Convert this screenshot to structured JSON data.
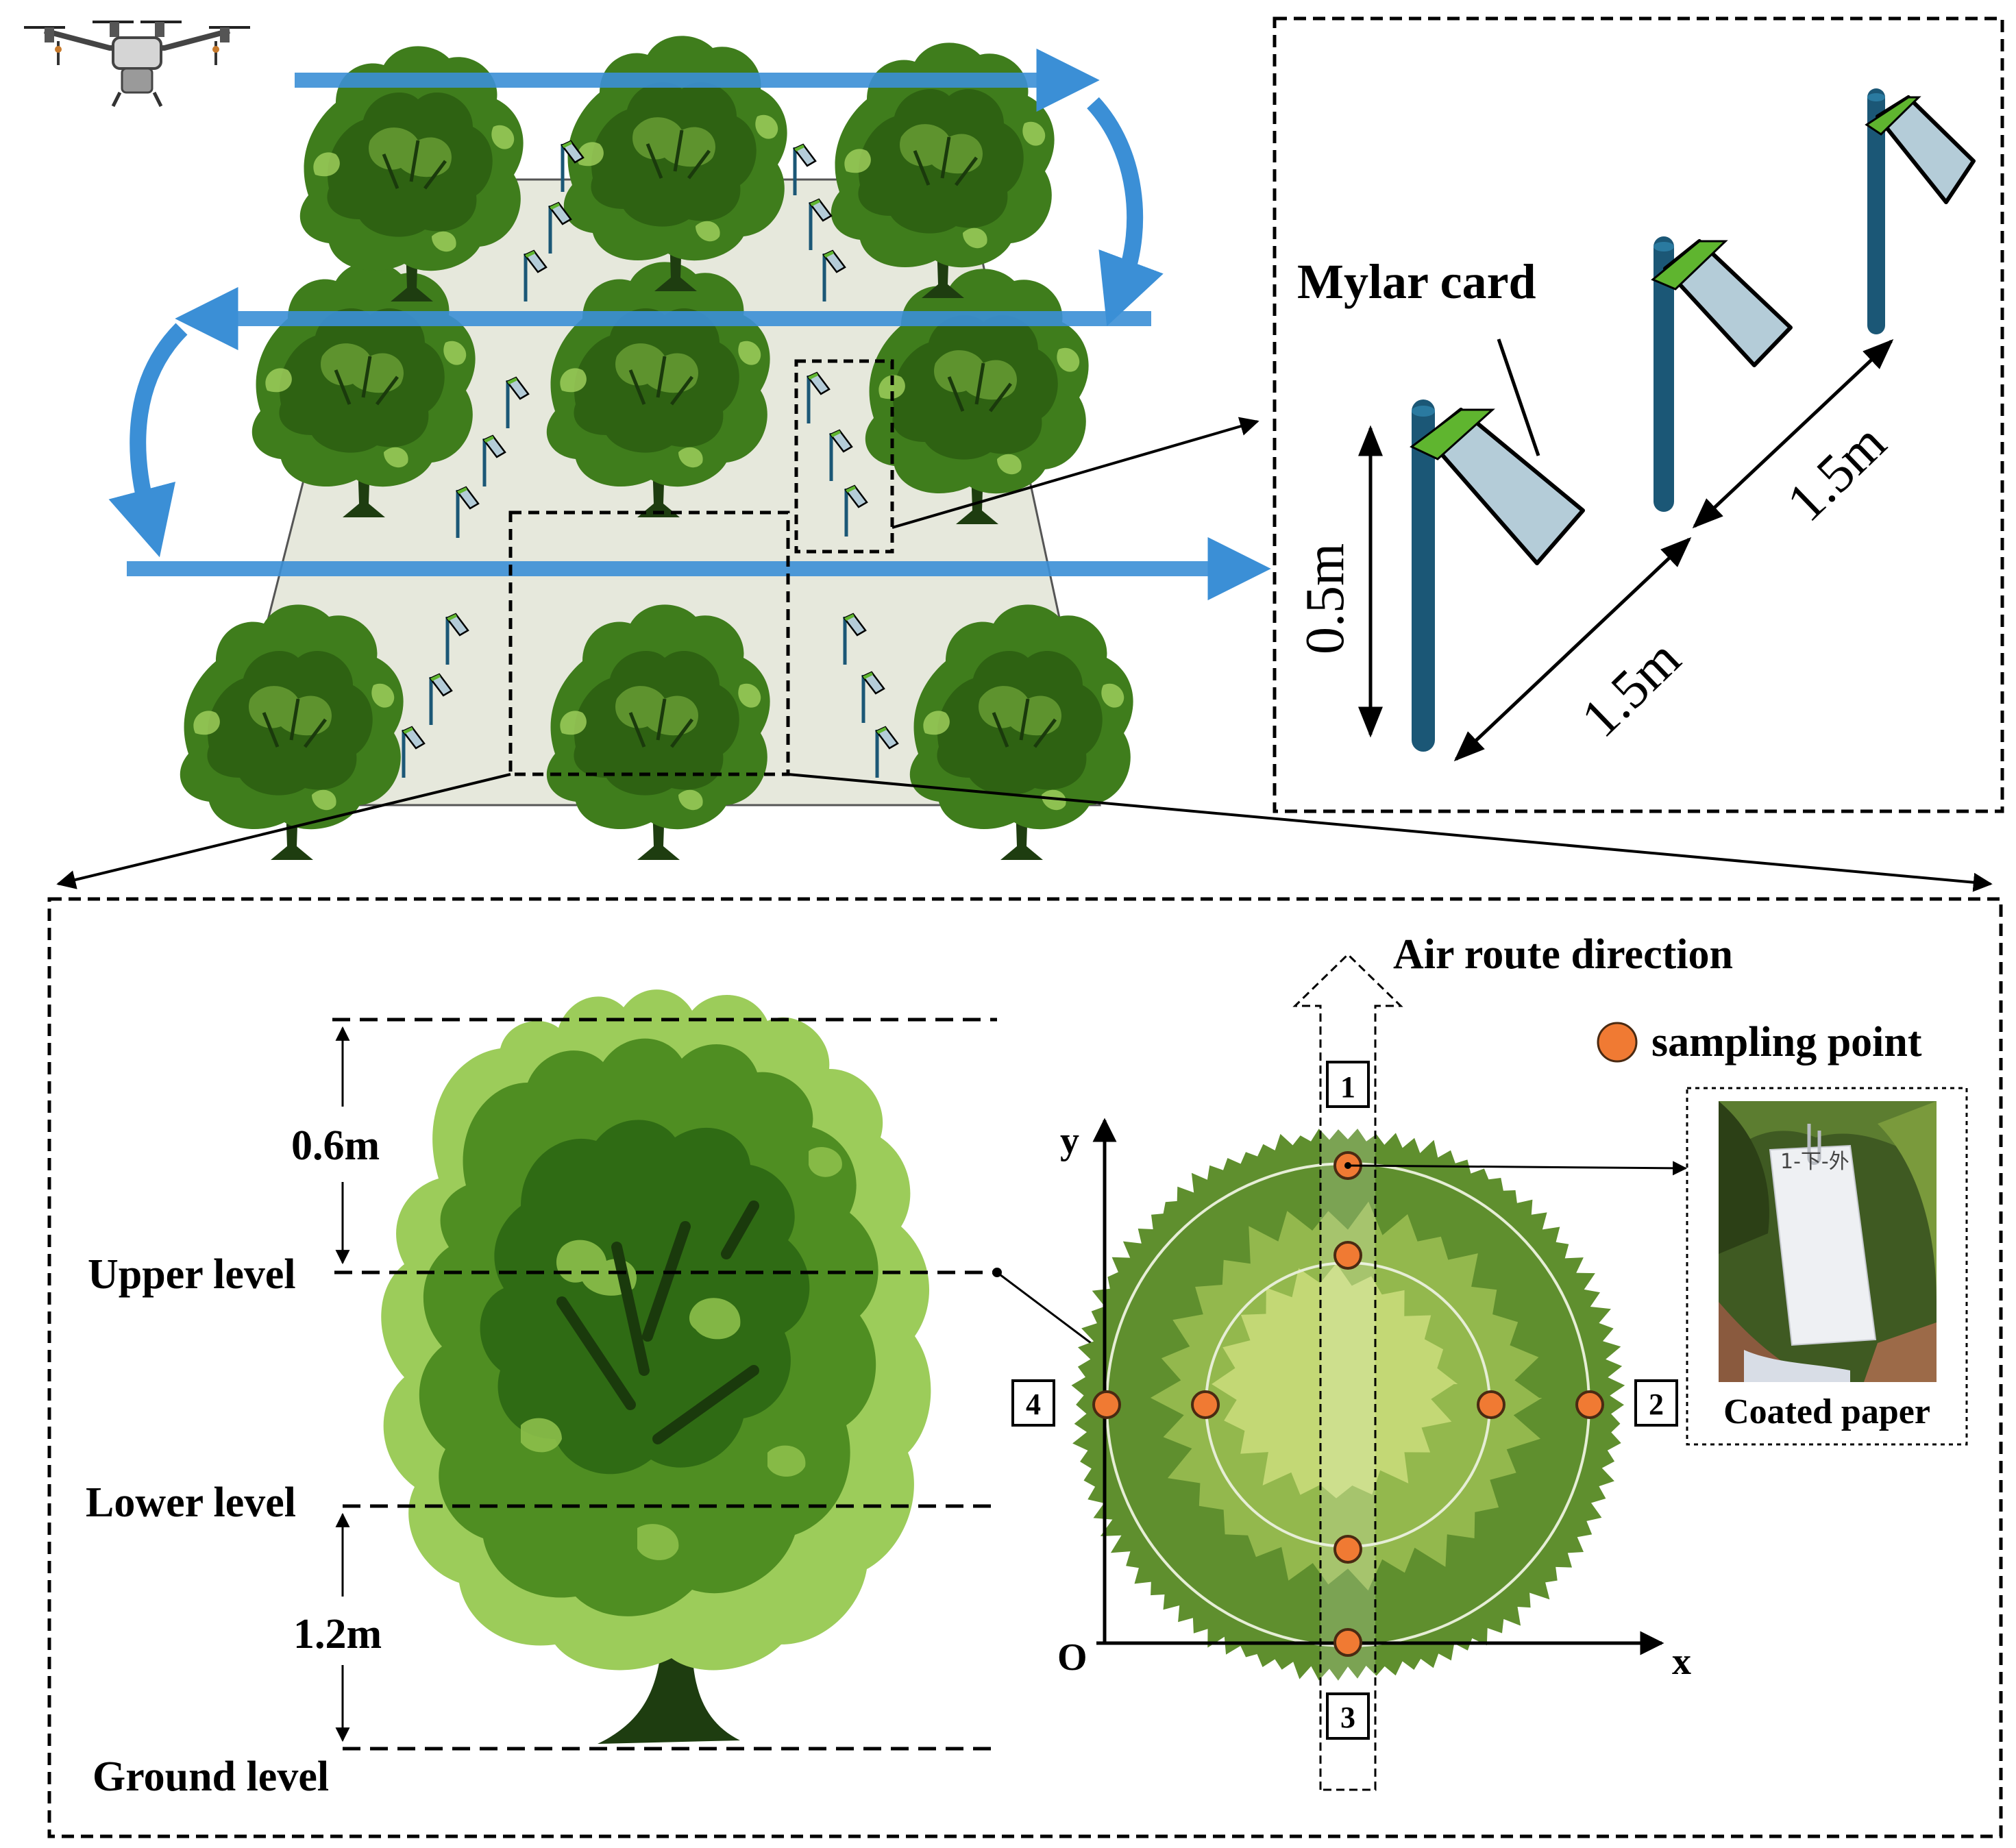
{
  "labels": {
    "mylar_card": "Mylar card",
    "height": "0.5m",
    "spacing_a": "1.5m",
    "spacing_b": "1.5m",
    "upper_gap": "0.6m",
    "lower_gap": "1.2m",
    "upper_level": "Upper level",
    "lower_level": "Lower level",
    "ground_level": "Ground level",
    "air_route": "Air route direction",
    "sampling_point": "sampling point",
    "coated_paper": "Coated paper",
    "axis_y": "y",
    "axis_x": "x",
    "origin": "O",
    "pos1": "1",
    "pos2": "2",
    "pos3": "3",
    "pos4": "4",
    "paper_note": "1-下-外"
  },
  "colors": {
    "route_arrow": "#3b8fd6",
    "pole": "#1b5776",
    "card": "#b4ccd8",
    "card_tab": "#5fb52f",
    "sampling_point": "#f07a33",
    "canopy_dark": "#2f6b14",
    "canopy_mid": "#4f8e22",
    "canopy_light": "#8cbf4a",
    "ground": "#e6e8dc"
  },
  "icons": {
    "drone": "drone-icon",
    "tree": "tree-icon"
  }
}
